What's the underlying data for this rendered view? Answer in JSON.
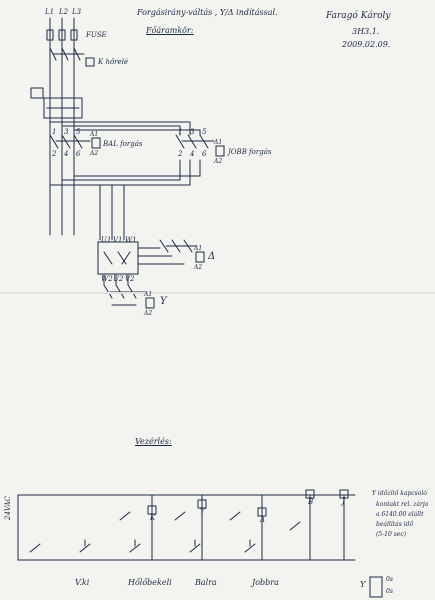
{
  "header": {
    "title": "Forgásirány-váltás , Y/Δ indítással.",
    "subtitle": "Főáramkör:",
    "author": "Faragó Károly",
    "class": "3H3.1.",
    "date": "2009.02.09."
  },
  "power_circuit": {
    "phase_labels": [
      "L1",
      "L2",
      "L3"
    ],
    "fuse_label": "FUSE",
    "thermal_label": "K hőrelé",
    "contactor_left_label": "BAL forgás",
    "contactor_right_label": "JOBB forgás",
    "delta_label": "Δ",
    "star_label": "Y",
    "motor_terminals_top": [
      "U1",
      "V1",
      "W1"
    ],
    "motor_terminals_bottom": [
      "W2",
      "U2",
      "V2"
    ],
    "contact_numbers_left": [
      "1",
      "2",
      "3",
      "4",
      "5",
      "6"
    ],
    "contact_numbers_right": [
      "1",
      "2",
      "3",
      "4",
      "5",
      "6"
    ],
    "coil_left": [
      "A1",
      "A2"
    ],
    "coil_right": [
      "A1",
      "A2"
    ],
    "coil_delta": [
      "A1",
      "A2"
    ],
    "coil_star": [
      "A1",
      "A2"
    ]
  },
  "control_circuit": {
    "title": "Vezérlés:",
    "voltage_label": "24VAC",
    "button_labels": [
      "V.ki",
      "Hőlőbekeli",
      "Balra",
      "Jobbra"
    ],
    "note_lines": [
      "Y időzítő kapcsoló",
      "kontakt rel. zárja",
      "a 6140.00 elállt",
      "beállítás idő",
      "(5-10 sec)"
    ],
    "timer_label": "Y",
    "timer_values": [
      "0s",
      "0s"
    ],
    "relay_labels": [
      "K",
      "Y",
      "Δ",
      "B",
      "J"
    ]
  }
}
